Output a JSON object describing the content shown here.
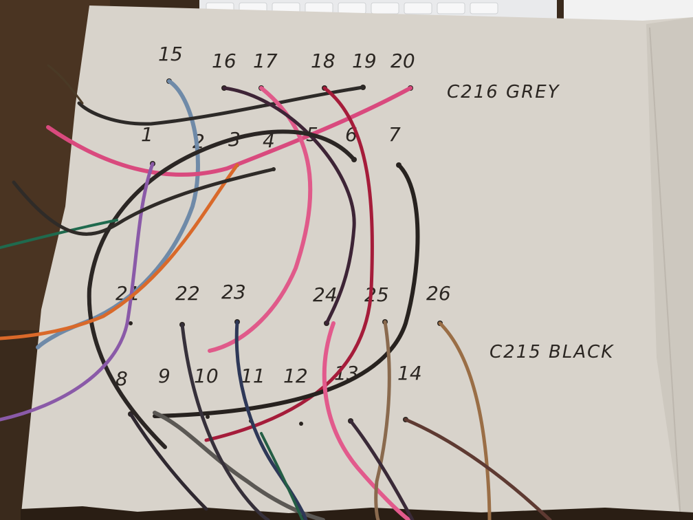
{
  "connectors": [
    {
      "name": "C216 GREY"
    },
    {
      "name": "C215 BLACK"
    }
  ],
  "pin_labels": {
    "top_row": [
      "15",
      "16",
      "17",
      "18",
      "19",
      "20"
    ],
    "second_row": [
      "1",
      "2",
      "3",
      "4",
      "5",
      "6",
      "7"
    ],
    "third_row": [
      "21",
      "22",
      "23",
      "24",
      "25",
      "26"
    ],
    "bottom_row": [
      "8",
      "9",
      "10",
      "11",
      "12",
      "13",
      "14"
    ]
  },
  "colors": {
    "desk": "#3a2a1c",
    "board": "#d8d3cb",
    "board_shadow": "#bdb7ae",
    "ink": "#2b2622",
    "keyboard": "#e9eaec"
  }
}
